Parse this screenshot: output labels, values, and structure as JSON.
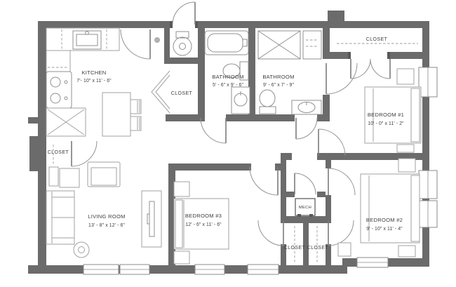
{
  "plan_type": "apartment-floor-plan",
  "colors": {
    "wall": "#6b6b6b",
    "furniture_line": "#a2a2a2",
    "fixture_line": "#8f8f8f",
    "text": "#3e3e3e",
    "background": "#ffffff"
  },
  "rooms": {
    "kitchen": {
      "name": "KITCHEN",
      "dims": "7'- 10\" x 11' - 6\""
    },
    "bathroom_1": {
      "name": "BATHROOM",
      "dims": "5' - 6\" x 9' - 6\""
    },
    "bathroom_2": {
      "name": "BATHROOM",
      "dims": "9' - 6\" x 7' - 9\""
    },
    "bedroom_1": {
      "name": "BEDROOM #1",
      "dims": "10' - 0\" x 11' - 2\""
    },
    "bedroom_2": {
      "name": "BEDROOM #2",
      "dims": "9' - 10\" x 11' - 4\""
    },
    "bedroom_3": {
      "name": "BEDROOM #3",
      "dims": "12' - 6\" x 11' - 6\""
    },
    "living_room": {
      "name": "LIVING ROOM",
      "dims": "13' - 8\" x 12' - 6\""
    },
    "mech": {
      "name": "MECH"
    }
  },
  "closets": {
    "top_right": "CLOSET",
    "center": "CLOSET",
    "entry": "CLOSET",
    "bedroom3_closet": "CLOSET",
    "bedroom2_closet": "CLOSET"
  }
}
